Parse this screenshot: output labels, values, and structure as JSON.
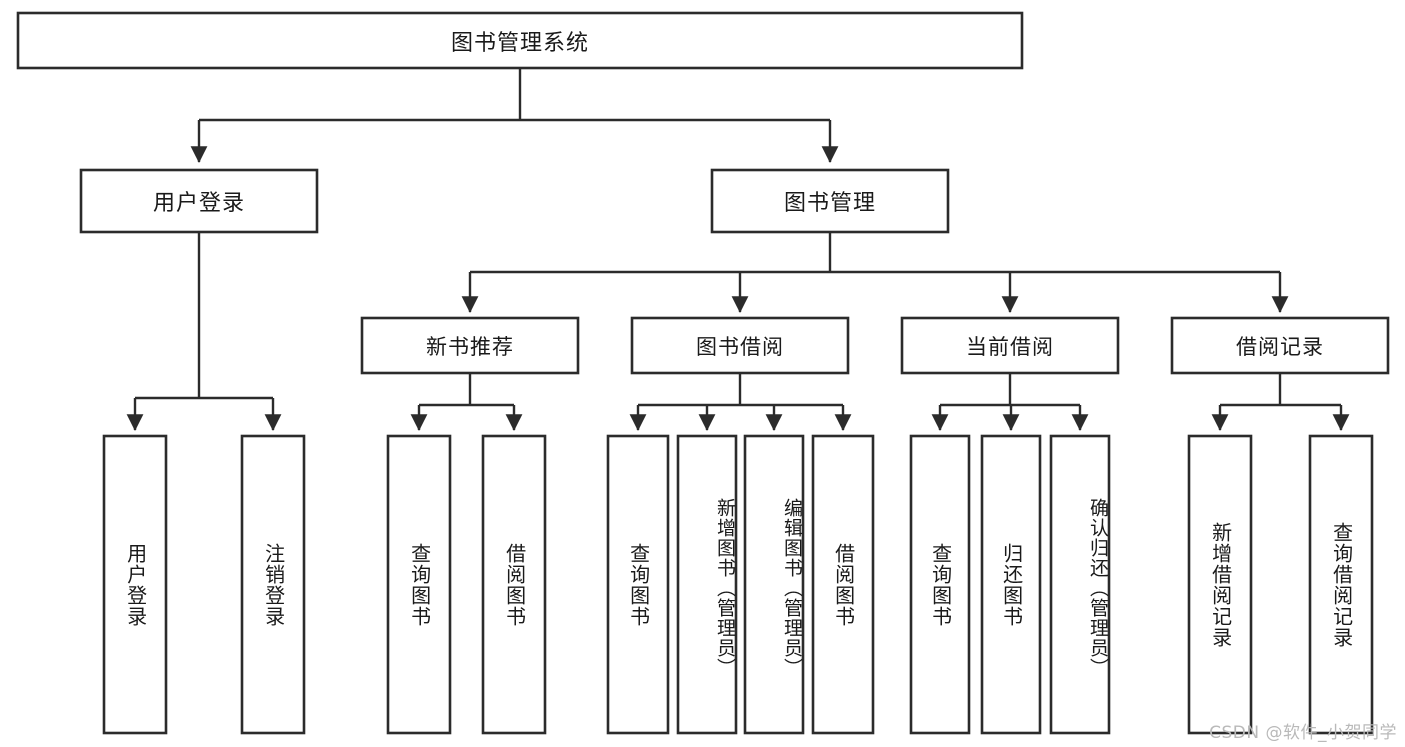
{
  "diagram": {
    "title": "图书管理系统",
    "type": "tree-hierarchy",
    "watermark": "CSDN @软件_小贺同学",
    "root": {
      "id": "root",
      "label": "图书管理系统"
    },
    "level2": [
      {
        "id": "user-login",
        "label": "用户登录"
      },
      {
        "id": "book-manage",
        "label": "图书管理"
      }
    ],
    "level3": [
      {
        "id": "new-book-recommend",
        "label": "新书推荐",
        "parent": "book-manage"
      },
      {
        "id": "book-borrow",
        "label": "图书借阅",
        "parent": "book-manage"
      },
      {
        "id": "current-borrow",
        "label": "当前借阅",
        "parent": "book-manage"
      },
      {
        "id": "borrow-record",
        "label": "借阅记录",
        "parent": "book-manage"
      }
    ],
    "leaves": {
      "user-login": [
        {
          "id": "leaf-user-login",
          "label": "用户登录"
        },
        {
          "id": "leaf-user-logout",
          "label": "注销登录"
        }
      ],
      "new-book-recommend": [
        {
          "id": "leaf-query-book-1",
          "label": "查询图书"
        },
        {
          "id": "leaf-borrow-book-1",
          "label": "借阅图书"
        }
      ],
      "book-borrow": [
        {
          "id": "leaf-query-book-2",
          "label": "查询图书"
        },
        {
          "id": "leaf-add-book",
          "label": "新增图书（管理员）"
        },
        {
          "id": "leaf-edit-book",
          "label": "编辑图书（管理员）"
        },
        {
          "id": "leaf-borrow-book-2",
          "label": "借阅图书"
        }
      ],
      "current-borrow": [
        {
          "id": "leaf-query-book-3",
          "label": "查询图书"
        },
        {
          "id": "leaf-return-book",
          "label": "归还图书"
        },
        {
          "id": "leaf-confirm-return",
          "label": "确认归还（管理员）"
        }
      ],
      "borrow-record": [
        {
          "id": "leaf-add-record",
          "label": "新增借阅记录"
        },
        {
          "id": "leaf-query-record",
          "label": "查询借阅记录"
        }
      ]
    }
  },
  "colors": {
    "background": "#ffffff",
    "box_fill": "#ffffff",
    "box_stroke": "#2b2b2b",
    "text": "#1a1a1a",
    "watermark": "#b9b9b9"
  }
}
